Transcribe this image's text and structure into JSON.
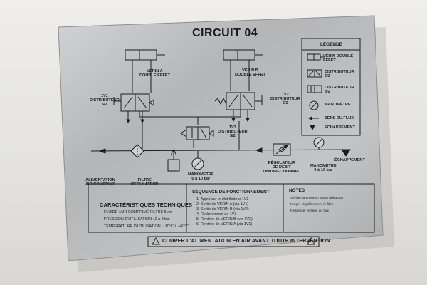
{
  "title": "CIRCUIT 04",
  "legend": {
    "title": "LÉGENDE",
    "items": [
      {
        "icon": "cylinder-icon",
        "label": "VÉRIN DOUBLE EFFET"
      },
      {
        "icon": "valve-5-2-icon",
        "label": "DISTRIBUTEUR 5/2"
      },
      {
        "icon": "valve-3-2-icon",
        "label": "DISTRIBUTEUR 3/2"
      },
      {
        "icon": "gauge-icon",
        "label": "MANOMÈTRE"
      },
      {
        "icon": "flow-arrow-icon",
        "label": "SENS DU FLUX"
      },
      {
        "icon": "exhaust-icon",
        "label": "ÉCHAPPEMENT"
      }
    ]
  },
  "diagram": {
    "cylinder_a": "VÉRIN A\nDOUBLE EFFET",
    "cylinder_b": "VÉRIN B\nDOUBLE EFFET",
    "valve_1v1": "1V1\nDISTRIBUTEUR\n5/2",
    "valve_1v2": "1V2\nDISTRIBUTEUR\n5/2",
    "valve_1v3": "1V3\nDISTRIBUTEUR\n3/2",
    "supply": "ALIMENTATION\nAIR COMPRIMÉ",
    "filter": "FILTRE\nRÉGULATEUR",
    "gauge_1": "MANOMÈTRE\n0 à 10 bar",
    "flow_regulator": "RÉGULATEUR\nDE DÉBIT\nUNIDIRECTIONNEL",
    "gauge_2": "MANOMÈTRE\n0 à 10 bar",
    "exhaust": "ÉCHAPPEMENT"
  },
  "specs": {
    "title": "CARACTÉRISTIQUES TECHNIQUES",
    "items": [
      "FLUIDE : AIR COMPRIMÉ FILTRÉ 5μm",
      "PRESSION D'UTILISATION : 2 à 8 bar",
      "TEMPÉRATURE D'UTILISATION : -10°C à +60°C"
    ]
  },
  "sequence": {
    "title": "SÉQUENCE DE FONCTIONNEMENT",
    "items": [
      "1.  Appui sur le distributeur 1V3",
      "2.  Sortie de VÉRIN A (via 1V1)",
      "3.  Sortie de VÉRIN B (via 1V2)",
      "4.  Relâchement de 1V3",
      "5.  Rentrée de VÉRIN B (via 1V2)",
      "6.  Rentrée de VÉRIN A (via 1V1)"
    ]
  },
  "notes": {
    "title": "NOTES",
    "items": [
      "Vérifier la pression avant utilisation",
      "Purger régulièrement le filtre",
      "Respecter le sens du flux"
    ]
  },
  "warning": "COUPER L'ALIMENTATION EN AIR AVANT TOUTE INTERVENTION",
  "colors": {
    "plate": "#b9bbbd",
    "ink": "#1d1d1d",
    "background": "#e7e6e3"
  }
}
